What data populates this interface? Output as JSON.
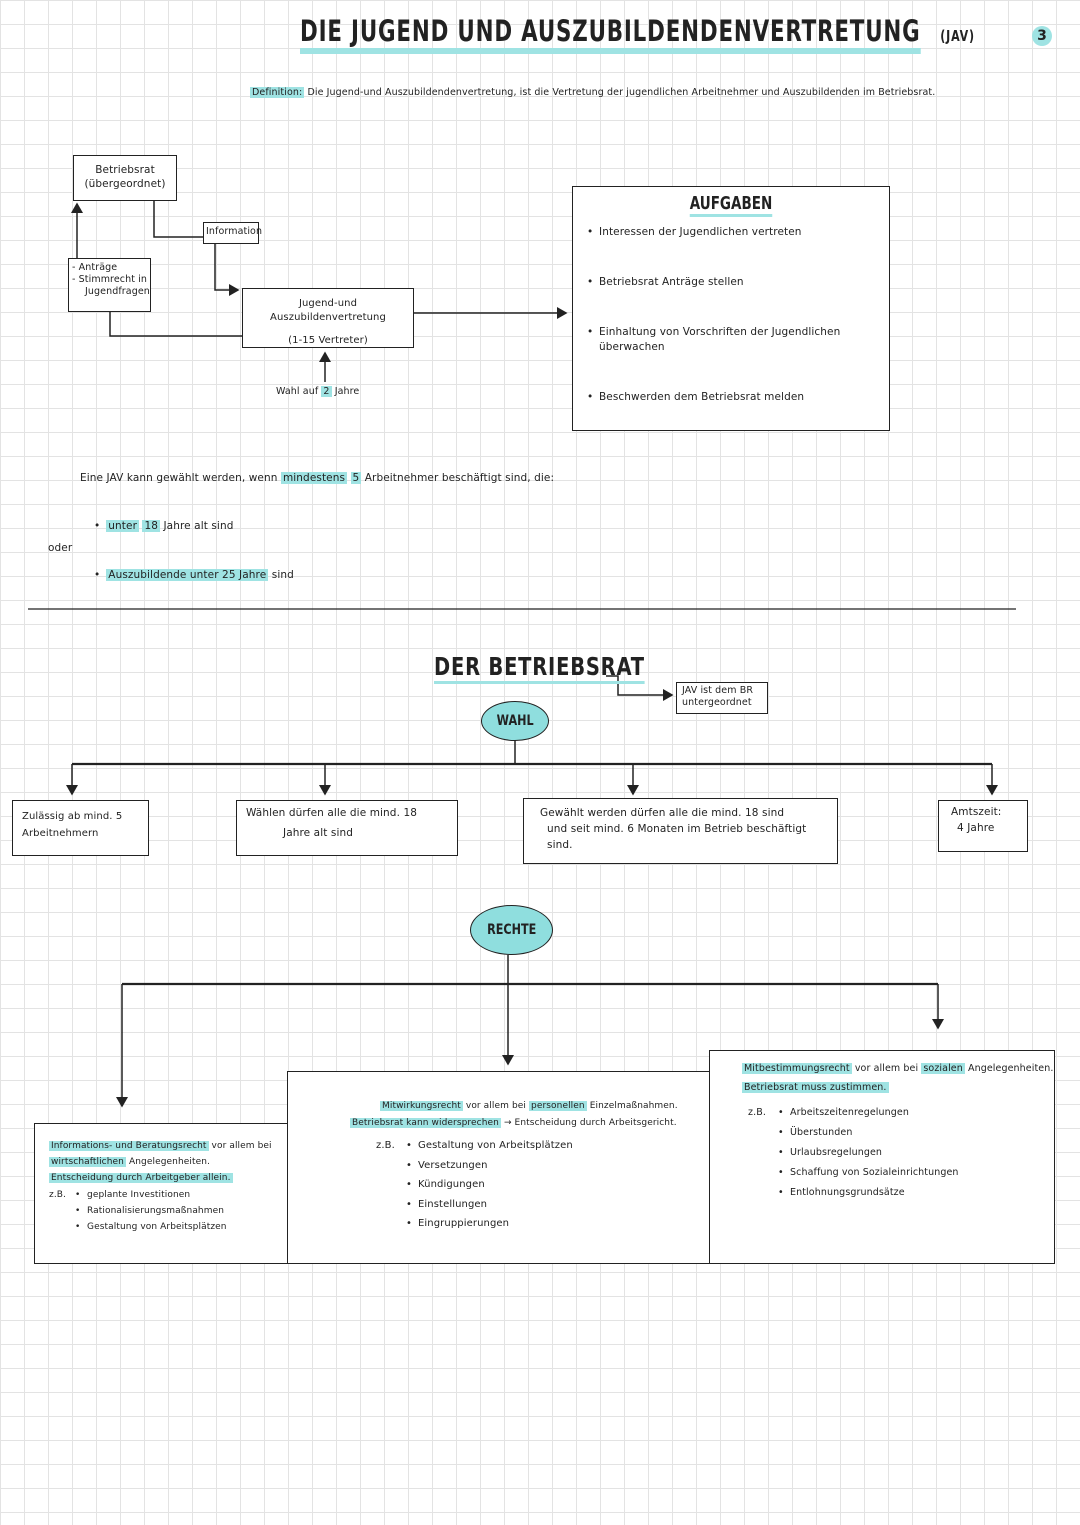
{
  "page_number": "3",
  "title": "DIE JUGEND UND AUSZUBILDENDENVERTRETUNG",
  "title_abbr": "(JAV)",
  "definition": {
    "label": "Definition:",
    "text": "Die Jugend-und Auszubildendenvertretung, ist die Vertretung der jugendlichen Arbeitnehmer und Auszubildenden im Betriebsrat."
  },
  "jav_diagram": {
    "betriebsrat_line1": "Betriebsrat",
    "betriebsrat_line2": "(übergeordnet)",
    "information_label": "Information",
    "antraege_line1": "- Anträge",
    "antraege_line2": "- Stimmrecht in",
    "antraege_line3": "Jugendfragen",
    "jav_box_line1": "Jugend-und Auszubildenvertretung",
    "jav_box_line2": "(1-15 Vertreter)",
    "wahl_prefix": "Wahl auf",
    "wahl_number": "2",
    "wahl_suffix": "Jahre"
  },
  "aufgaben": {
    "heading": "AUFGABEN",
    "items": [
      "Interessen der Jugendlichen vertreten",
      "Betriebsrat Anträge stellen",
      "Einhaltung von Vorschriften der Jugendlichen überwachen",
      "Beschwerden dem Betriebsrat melden"
    ]
  },
  "condition": {
    "intro_part1": "Eine JAV kann gewählt werden, wenn",
    "intro_highlight": "mindestens",
    "intro_num": "5",
    "intro_part2": "Arbeitnehmer beschäftigt sind, die:",
    "item1_prefix": "unter",
    "item1_num": "18",
    "item1_suffix": "Jahre alt sind",
    "oder": "oder",
    "item2_highlight": "Auszubildende unter 25 Jahre",
    "item2_suffix": "sind"
  },
  "betriebsrat": {
    "heading": "DER BETRIEBSRAT",
    "note_line1": "JAV ist dem BR",
    "note_line2": "untergeordnet",
    "wahl_oval": "WAHL",
    "wahl_boxes": [
      {
        "line1": "Zulässig ab mind. 5",
        "line2": "Arbeitnehmern"
      },
      {
        "line1": "Wählen dürfen alle die mind. 18",
        "line2": "Jahre alt sind"
      },
      {
        "line1": "Gewählt werden dürfen alle die mind. 18 sind",
        "line2": "und seit mind. 6 Monaten im Betrieb beschäftigt",
        "line3": "sind."
      },
      {
        "line1": "Amtszeit:",
        "line2": "4 Jahre"
      }
    ],
    "rechte_oval": "RECHTE",
    "info_recht": {
      "title_hl": "Informations- und Beratungsrecht",
      "title_rest": "vor allem bei",
      "line2_hl": "wirtschaftlichen",
      "line2_rest": "Angelegenheiten.",
      "line3": "Entscheidung durch Arbeitgeber allein.",
      "eg": "z.B.",
      "items": [
        "geplante Investitionen",
        "Rationalisierungsmaßnahmen",
        "Gestaltung von Arbeitsplätzen"
      ]
    },
    "mitwirkung": {
      "title_hl": "Mitwirkungsrecht",
      "title_mid": "vor allem bei",
      "title_hl2": "personellen",
      "title_rest": "Einzelmaßnahmen.",
      "line2_hl": "Betriebsrat kann widersprechen",
      "line2_rest": "→ Entscheidung durch Arbeitsgericht.",
      "eg": "z.B.",
      "items": [
        "Gestaltung von Arbeitsplätzen",
        "Versetzungen",
        "Kündigungen",
        "Einstellungen",
        "Eingruppierungen"
      ]
    },
    "mitbestimmung": {
      "title_hl": "Mitbestimmungsrecht",
      "title_mid": "vor allem bei",
      "title_hl2": "sozialen",
      "title_rest": "Angelegenheiten.",
      "line2": "Betriebsrat muss zustimmen.",
      "eg": "z.B.",
      "items": [
        "Arbeitszeitenregelungen",
        "Überstunden",
        "Urlaubsregelungen",
        "Schaffung von Sozialeinrichtungen",
        "Entlohnungsgrundsätze"
      ]
    }
  }
}
